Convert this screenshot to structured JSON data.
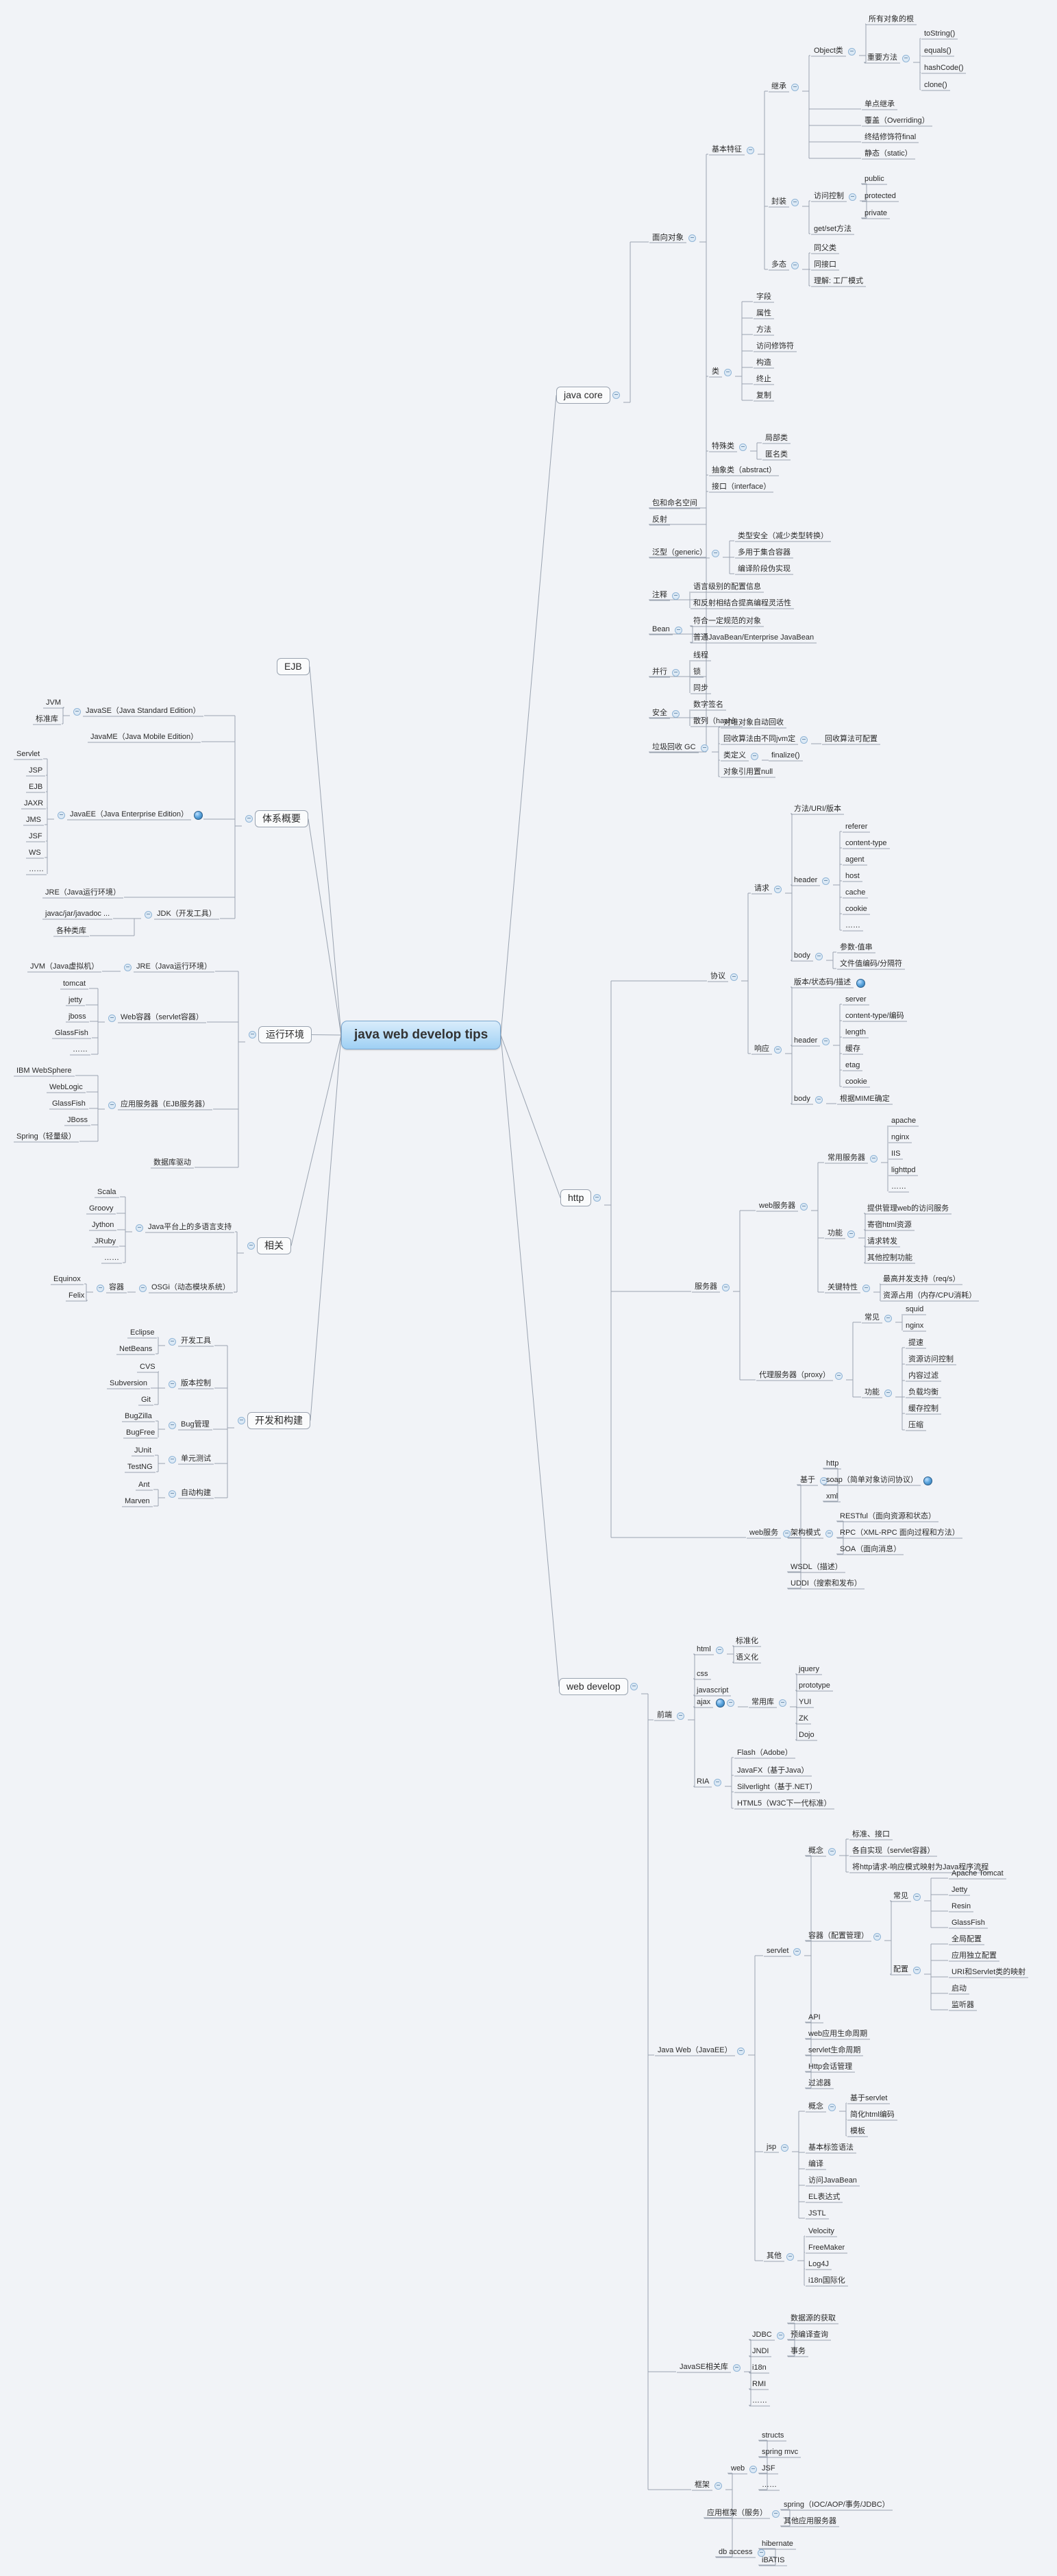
{
  "root": {
    "label": "java web develop tips",
    "accent": "#9fd0f4"
  },
  "meta": {
    "style": "mindmap",
    "background": "#f1f3f7",
    "link_color": "#9aa3b0",
    "text_color": "#2a2a2a"
  },
  "branches": {
    "java_core": {
      "label": "java core",
      "children": {
        "oop": {
          "label": "面向对象"
        },
        "basic_features": {
          "label": "基本特征"
        },
        "inherit": {
          "label": "继承"
        },
        "object_class": {
          "label": "Object类"
        },
        "root_of_all": {
          "label": "所有对象的根"
        },
        "important_methods": {
          "label": "重要方法"
        },
        "methods": [
          "toString()",
          "equals()",
          "hashCode()",
          "clone()"
        ],
        "inherit_items": [
          "单点继承",
          "覆盖（Overriding）",
          "终结修饰符final",
          "静态（static）"
        ],
        "encapsulation": {
          "label": "封装"
        },
        "access_control": {
          "label": "访问控制"
        },
        "access_items": [
          "public",
          "protected",
          "private"
        ],
        "getset": "get/set方法",
        "polymorphism": {
          "label": "多态"
        },
        "poly_items": [
          "同父类",
          "同接口",
          "理解: 工厂模式"
        ],
        "class": {
          "label": "类"
        },
        "class_items": [
          "字段",
          "属性",
          "方法",
          "访问修饰符",
          "构造",
          "终止",
          "复制"
        ],
        "special_class": {
          "label": "特殊类"
        },
        "special_items": [
          "局部类",
          "匿名类"
        ],
        "abstract": "抽象类（abstract）",
        "interface": "接口（interface）",
        "package": "包和命名空间",
        "reflect": "反射",
        "generic": {
          "label": "泛型（generic）"
        },
        "generic_items": [
          "类型安全（减少类型转换）",
          "多用于集合容器",
          "编译阶段伪实现"
        ],
        "annotation": {
          "label": "注释"
        },
        "annotation_items": [
          "语言级别的配置信息",
          "和反射相结合提高编程灵活性"
        ],
        "bean": {
          "label": "Bean"
        },
        "bean_items": [
          "符合一定规范的对象",
          "普通JavaBean/Enterprise JavaBean"
        ],
        "concurrency": {
          "label": "并行"
        },
        "concurrency_items": [
          "线程",
          "锁",
          "同步"
        ],
        "security": {
          "label": "安全"
        },
        "security_items": [
          "数字签名",
          "散列（hash）"
        ],
        "gc": {
          "label": "垃圾回收 GC"
        },
        "gc_items": [
          "对堆对象自动回收",
          "回收算法由不同jvm定",
          "类定义",
          "对象引用置null"
        ],
        "gc_algo_conf": "回收算法可配置",
        "gc_finalize": "finalize()"
      }
    },
    "ejb": {
      "label": "EJB"
    },
    "architecture": {
      "label": "体系概要",
      "javase": {
        "label": "JavaSE（Java Standard Edition）",
        "children": [
          "JVM",
          "标准库"
        ]
      },
      "javame": "JavaME（Java Mobile Edition）",
      "javaee": {
        "label": "JavaEE（Java Enterprise Edition）",
        "children": [
          "Servlet",
          "JSP",
          "EJB",
          "JAXR",
          "JMS",
          "JSF",
          "WS",
          "……"
        ]
      },
      "jre": "JRE（Java运行环境）",
      "jdk": {
        "label": "JDK（开发工具）",
        "children": [
          "javac/jar/javadoc ...",
          "各种类库"
        ]
      }
    },
    "runtime": {
      "label": "运行环境",
      "jre": {
        "label": "JRE（Java运行环境）",
        "children": [
          "JVM（Java虚拟机）"
        ]
      },
      "web_container": {
        "label": "Web容器（servlet容器）",
        "children": [
          "tomcat",
          "jetty",
          "jboss",
          "GlassFish",
          "……"
        ]
      },
      "app_server": {
        "label": "应用服务器（EJB服务器）",
        "children": [
          "IBM WebSphere",
          "WebLogic",
          "GlassFish",
          "JBoss",
          "Spring（轻量级）"
        ]
      },
      "db_driver": "数据库驱动"
    },
    "related": {
      "label": "相关",
      "multilang": {
        "label": "Java平台上的多语言支持",
        "children": [
          "Scala",
          "Groovy",
          "Jython",
          "JRuby",
          "……"
        ]
      },
      "osgi": {
        "label": "OSGi（动态模块系统）",
        "container": "容器",
        "children": [
          "Equinox",
          "Felix"
        ]
      }
    },
    "devbuild": {
      "label": "开发和构建",
      "groups": [
        {
          "label": "开发工具",
          "children": [
            "Eclipse",
            "NetBeans"
          ]
        },
        {
          "label": "版本控制",
          "children": [
            "CVS",
            "Subversion",
            "Git"
          ]
        },
        {
          "label": "Bug管理",
          "children": [
            "BugZilla",
            "BugFree"
          ]
        },
        {
          "label": "单元测试",
          "children": [
            "JUnit",
            "TestNG"
          ]
        },
        {
          "label": "自动构建",
          "children": [
            "Ant",
            "Marven"
          ]
        }
      ]
    },
    "http": {
      "label": "http",
      "protocol": {
        "label": "协议"
      },
      "request": {
        "label": "请求"
      },
      "request_line": "方法/URI/版本",
      "request_header": {
        "label": "header",
        "children": [
          "referer",
          "content-type",
          "agent",
          "host",
          "cache",
          "cookie",
          "……"
        ]
      },
      "request_body": {
        "label": "body",
        "children": [
          "参数-值串",
          "文件值编码/分隔符"
        ]
      },
      "response": {
        "label": "响应"
      },
      "response_line": "版本/状态码/描述",
      "response_header": {
        "label": "header",
        "children": [
          "server",
          "content-type/编码",
          "length",
          "缓存",
          "etag",
          "cookie"
        ]
      },
      "response_body": {
        "label": "body",
        "children": [
          "根据MIME确定"
        ]
      },
      "servers": {
        "label": "服务器"
      },
      "web_server": {
        "label": "web服务器"
      },
      "web_server_common": {
        "label": "常用服务器",
        "children": [
          "apache",
          "nginx",
          "IIS",
          "lighttpd",
          "……"
        ]
      },
      "web_server_func": {
        "label": "功能",
        "children": [
          "提供管理web的访问服务",
          "寄宿html资源",
          "请求转发",
          "其他控制功能"
        ]
      },
      "web_server_key": {
        "label": "关键特性",
        "children": [
          "最高并发支持（req/s）",
          "资源占用（内存/CPU消耗）"
        ]
      },
      "proxy": {
        "label": "代理服务器（proxy）"
      },
      "proxy_common": {
        "label": "常见",
        "children": [
          "squid",
          "nginx"
        ]
      },
      "proxy_func": {
        "label": "功能",
        "children": [
          "提速",
          "资源访问控制",
          "内容过滤",
          "负载均衡",
          "缓存控制",
          "压缩"
        ]
      },
      "webservice": {
        "label": "web服务"
      },
      "ws_based": {
        "label": "基于",
        "children": [
          "http",
          "soap（简单对象访问协议）",
          "xml"
        ]
      },
      "ws_arch": {
        "label": "架构模式",
        "children": [
          "RESTful（面向资源和状态）",
          "RPC（XML-RPC 面向过程和方法）",
          "SOA（面向消息）"
        ]
      },
      "ws_wsdl": "WSDL（描述）",
      "ws_uddi": "UDDI（搜索和发布）"
    },
    "webdev": {
      "label": "web develop",
      "frontend": {
        "label": "前端"
      },
      "html": {
        "label": "html",
        "children": [
          "标准化",
          "语义化"
        ]
      },
      "css": "css",
      "javascript": "javascript",
      "ajax": {
        "label": "ajax"
      },
      "ajax_libs": {
        "label": "常用库",
        "children": [
          "jquery",
          "prototype",
          "YUI",
          "ZK",
          "Dojo"
        ]
      },
      "ria": {
        "label": "RIA",
        "children": [
          "Flash（Adobe）",
          "JavaFX（基于Java）",
          "Silverlight（基于.NET）",
          "HTML5（W3C下一代标准）"
        ]
      },
      "javaweb": {
        "label": "Java Web（JavaEE）"
      },
      "servlet": {
        "label": "servlet"
      },
      "servlet_concept": {
        "label": "概念",
        "children": [
          "标准、接口",
          "各自实现（servlet容器）",
          "将http请求-响应模式映射为Java程序流程"
        ]
      },
      "servlet_container": {
        "label": "容器（配置管理）"
      },
      "container_common": {
        "label": "常见",
        "children": [
          "Apache Tomcat",
          "Jetty",
          "Resin",
          "GlassFish"
        ]
      },
      "container_config": {
        "label": "配置",
        "children": [
          "全局配置",
          "应用独立配置",
          "URI和Servlet类的映射",
          "启动",
          "监听器"
        ]
      },
      "servlet_items": [
        "API",
        "web应用生命周期",
        "servlet生命周期",
        "Http会话管理",
        "过滤器"
      ],
      "jsp": {
        "label": "jsp"
      },
      "jsp_concept": {
        "label": "概念",
        "children": [
          "基于servlet",
          "简化html编码",
          "模板"
        ]
      },
      "jsp_items": [
        "基本标签语法",
        "编译",
        "访问JavaBean",
        "EL表达式",
        "JSTL"
      ],
      "others": {
        "label": "其他",
        "children": [
          "Velocity",
          "FreeMaker",
          "Log4J",
          "i18n国际化"
        ]
      },
      "javase_libs": {
        "label": "JavaSE相关库"
      },
      "jdbc": {
        "label": "JDBC",
        "children": [
          "数据源的获取",
          "预编译查询",
          "事务"
        ]
      },
      "jndi": "JNDI",
      "i18n": "i18n",
      "rmi": "RMI",
      "ellipsis": "……",
      "frameworks": {
        "label": "框架"
      },
      "fw_web": {
        "label": "web",
        "children": [
          "structs",
          "spring mvc",
          "JSF",
          "……"
        ]
      },
      "fw_app": {
        "label": "应用框架（服务）",
        "children": [
          "spring（IOC/AOP/事务/JDBC）",
          "其他应用服务器"
        ]
      },
      "fw_db": {
        "label": "db access",
        "children": [
          "hibernate",
          "iBATIS"
        ]
      }
    }
  }
}
